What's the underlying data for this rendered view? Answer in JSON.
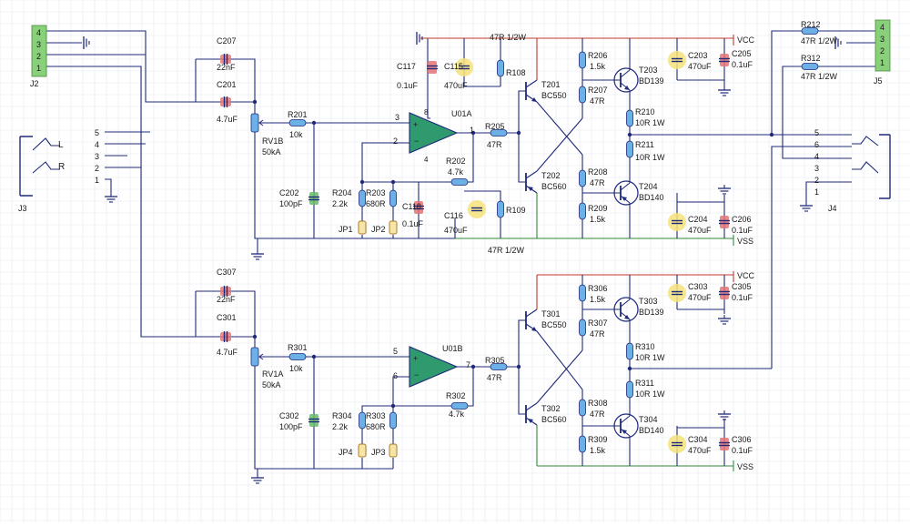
{
  "colors": {
    "wire": "#1f2a7a",
    "vcc_wire": "#c0392b",
    "vss_wire": "#2e8b3a",
    "grid": "#e6e8ee",
    "res_fill": "#6bb0e6",
    "cap_red": "#e57373",
    "cap_green": "#66bb6a",
    "cap_yellow": "#f5e27a",
    "conn_fill": "#88d07a",
    "opamp_fill": "#2e9a6e"
  },
  "connectors": {
    "j2": {
      "ref": "J2",
      "pins": [
        "4",
        "3",
        "2",
        "1"
      ]
    },
    "j5": {
      "ref": "J5",
      "pins": [
        "4",
        "3",
        "2",
        "1"
      ]
    },
    "j3": {
      "ref": "J3",
      "pins": [
        "5",
        "4",
        "3",
        "2",
        "1"
      ],
      "l": "L",
      "r": "R"
    },
    "j4": {
      "ref": "J4",
      "pins": [
        "5",
        "6",
        "4",
        "3",
        "2",
        "1"
      ]
    }
  },
  "upper": {
    "c207": [
      "C207",
      "22nF"
    ],
    "c201": [
      "C201",
      "4.7uF"
    ],
    "rv": [
      "RV1B",
      "50kA"
    ],
    "r201": [
      "R201",
      "10k"
    ],
    "c202": [
      "C202",
      "100pF"
    ],
    "r204": [
      "R204",
      "2.2k"
    ],
    "r203": [
      "R203",
      "680R"
    ],
    "jp1": "JP1",
    "jp2": "JP2",
    "c118": [
      "C118",
      "0.1uF"
    ],
    "r202": [
      "R202",
      "4.7k"
    ],
    "opamp": "U01A",
    "pin_plus": "3",
    "pin_minus": "2",
    "pin_out": "1",
    "pin_vp": "8",
    "pin_vn": "4",
    "r205": [
      "R205",
      "47R"
    ],
    "c117": [
      "C117",
      "0.1uF"
    ],
    "c115": [
      "C115",
      "470uF"
    ],
    "c116": [
      "C116",
      "470uF"
    ],
    "r108": "R108",
    "r109": "R109",
    "r108_top": "47R  1/2W",
    "r109_bot": "47R  1/2W",
    "t201": [
      "T201",
      "BC550"
    ],
    "t202": [
      "T202",
      "BC560"
    ],
    "r206": [
      "R206",
      "1.5k"
    ],
    "r207": [
      "R207",
      "47R"
    ],
    "r208": [
      "R208",
      "47R"
    ],
    "r209": [
      "R209",
      "1.5k"
    ],
    "t203": [
      "T203",
      "BD139"
    ],
    "t204": [
      "T204",
      "BD140"
    ],
    "r210": [
      "R210",
      "10R  1W"
    ],
    "r211": [
      "R211",
      "10R  1W"
    ],
    "c203": [
      "C203",
      "470uF"
    ],
    "c205": [
      "C205",
      "0.1uF"
    ],
    "c204": [
      "C204",
      "470uF"
    ],
    "c206": [
      "C206",
      "0.1uF"
    ],
    "vcc": "VCC",
    "vss": "VSS"
  },
  "lower": {
    "c307": [
      "C307",
      "22nF"
    ],
    "c301": [
      "C301",
      "4.7uF"
    ],
    "rv": [
      "RV1A",
      "50kA"
    ],
    "r301": [
      "R301",
      "10k"
    ],
    "c302": [
      "C302",
      "100pF"
    ],
    "r304": [
      "R304",
      "2.2k"
    ],
    "r303": [
      "R303",
      "680R"
    ],
    "jp4": "JP4",
    "jp3": "JP3",
    "r302": [
      "R302",
      "4.7k"
    ],
    "opamp": "U01B",
    "pin_plus": "5",
    "pin_minus": "6",
    "pin_out": "7",
    "r305": [
      "R305",
      "47R"
    ],
    "t301": [
      "T301",
      "BC550"
    ],
    "t302": [
      "T302",
      "BC560"
    ],
    "r306": [
      "R306",
      "1.5k"
    ],
    "r307": [
      "R307",
      "47R"
    ],
    "r308": [
      "R308",
      "47R"
    ],
    "r309": [
      "R309",
      "1.5k"
    ],
    "t303": [
      "T303",
      "BD139"
    ],
    "t304": [
      "T304",
      "BD140"
    ],
    "r310": [
      "R310",
      "10R  1W"
    ],
    "r311": [
      "R311",
      "10R  1W"
    ],
    "c303": [
      "C303",
      "470uF"
    ],
    "c305": [
      "C305",
      "0.1uF"
    ],
    "c304": [
      "C304",
      "470uF"
    ],
    "c306": [
      "C306",
      "0.1uF"
    ],
    "vcc": "VCC",
    "vss": "VSS"
  },
  "output": {
    "r212": [
      "R212",
      "47R  1/2W"
    ],
    "r312": [
      "R312",
      "47R  1/2W"
    ]
  }
}
